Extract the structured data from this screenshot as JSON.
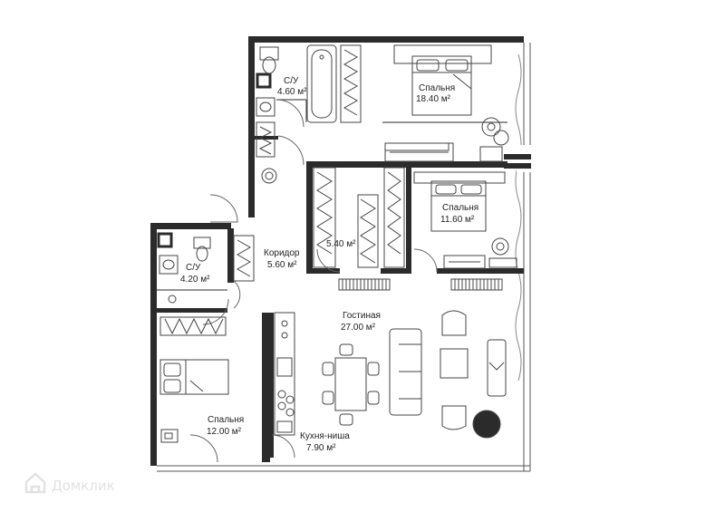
{
  "plan": {
    "rooms": [
      {
        "id": "bath1",
        "name": "С/У",
        "area": "4.60 м²"
      },
      {
        "id": "bed1",
        "name": "Спальня",
        "area": "18.40 м²"
      },
      {
        "id": "bed2",
        "name": "Спальня",
        "area": "11.60 м²"
      },
      {
        "id": "closet",
        "name": "",
        "area": "5.40 м²"
      },
      {
        "id": "corridor",
        "name": "Коридор",
        "area": "5.60 м²"
      },
      {
        "id": "bath2",
        "name": "С/У",
        "area": "4.20 м²"
      },
      {
        "id": "living",
        "name": "Гостиная",
        "area": "27.00 м²"
      },
      {
        "id": "bed3",
        "name": "Спальня",
        "area": "12.00 м²"
      },
      {
        "id": "kitchen",
        "name": "Кухня-ниша",
        "area": "7.90 м²"
      }
    ]
  },
  "watermark": {
    "text": "Домклик",
    "icon": "house-logo-icon"
  },
  "colors": {
    "wall": "#2b2b2b",
    "line": "#555555",
    "background": "#ffffff"
  }
}
